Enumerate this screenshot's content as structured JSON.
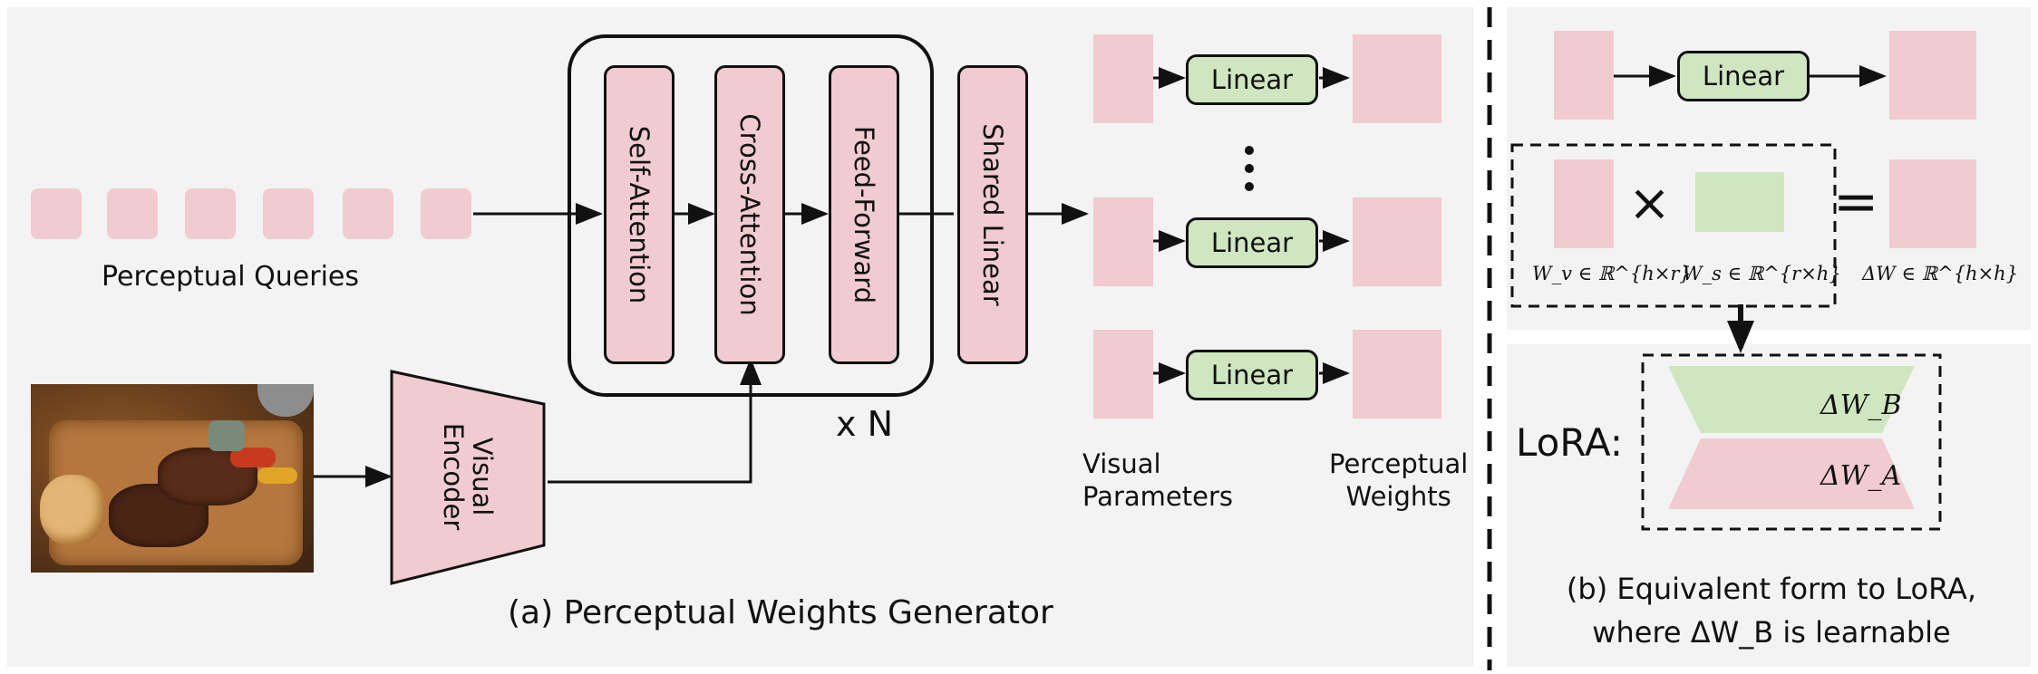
{
  "panel_a": {
    "caption": "(a) Perceptual Weights Generator",
    "queries_label": "Perceptual Queries",
    "transformer_blocks": [
      "Self-Attention",
      "Cross-Attention",
      "Feed-Forward"
    ],
    "repeat_label": "x N",
    "shared_linear": "Shared Linear",
    "encoder_lines": [
      "Visual",
      "Encoder"
    ],
    "linear_label": "Linear",
    "ellipsis": "⋮",
    "visual_parameters_lines": [
      "Visual",
      "Parameters"
    ],
    "perceptual_weights_lines": [
      "Perceptual",
      "Weights"
    ]
  },
  "panel_b": {
    "linear_label": "Linear",
    "times_symbol": "×",
    "equals_symbol": "=",
    "wv": "W_v ∈ ℝ^{h×r}",
    "ws": "W_s ∈ ℝ^{r×h}",
    "dw": "ΔW ∈ ℝ^{h×h}",
    "lora_label": "LoRA:",
    "dwb": "ΔW_B",
    "dwa": "ΔW_A",
    "caption_lines": [
      "(b) Equivalent form to LoRA,",
      "where ΔW_B is learnable"
    ]
  },
  "colors": {
    "pink": "#f0cbcf",
    "green": "#cfe6c0",
    "panel": "#f3f3f3"
  }
}
